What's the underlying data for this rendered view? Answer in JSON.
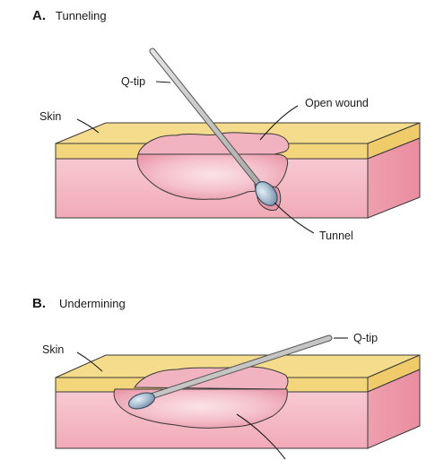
{
  "panels": [
    {
      "letter": "A.",
      "title": "Tunneling",
      "labels": {
        "qtip": "Q-tip",
        "skin": "Skin",
        "open_wound": "Open wound",
        "tunnel": "Tunnel"
      }
    },
    {
      "letter": "B.",
      "title": "Undermining",
      "labels": {
        "qtip": "Q-tip",
        "skin": "Skin"
      }
    }
  ],
  "colors": {
    "skin_surface": "#f5dc8c",
    "skin_side": "#f3d77f",
    "tissue_front": "#f5bcc6",
    "tissue_side": "#ee9fae",
    "wound": "#f2aebb",
    "qtip_stick": "#bdbdbd",
    "qtip_head": "#9ab0c4"
  }
}
